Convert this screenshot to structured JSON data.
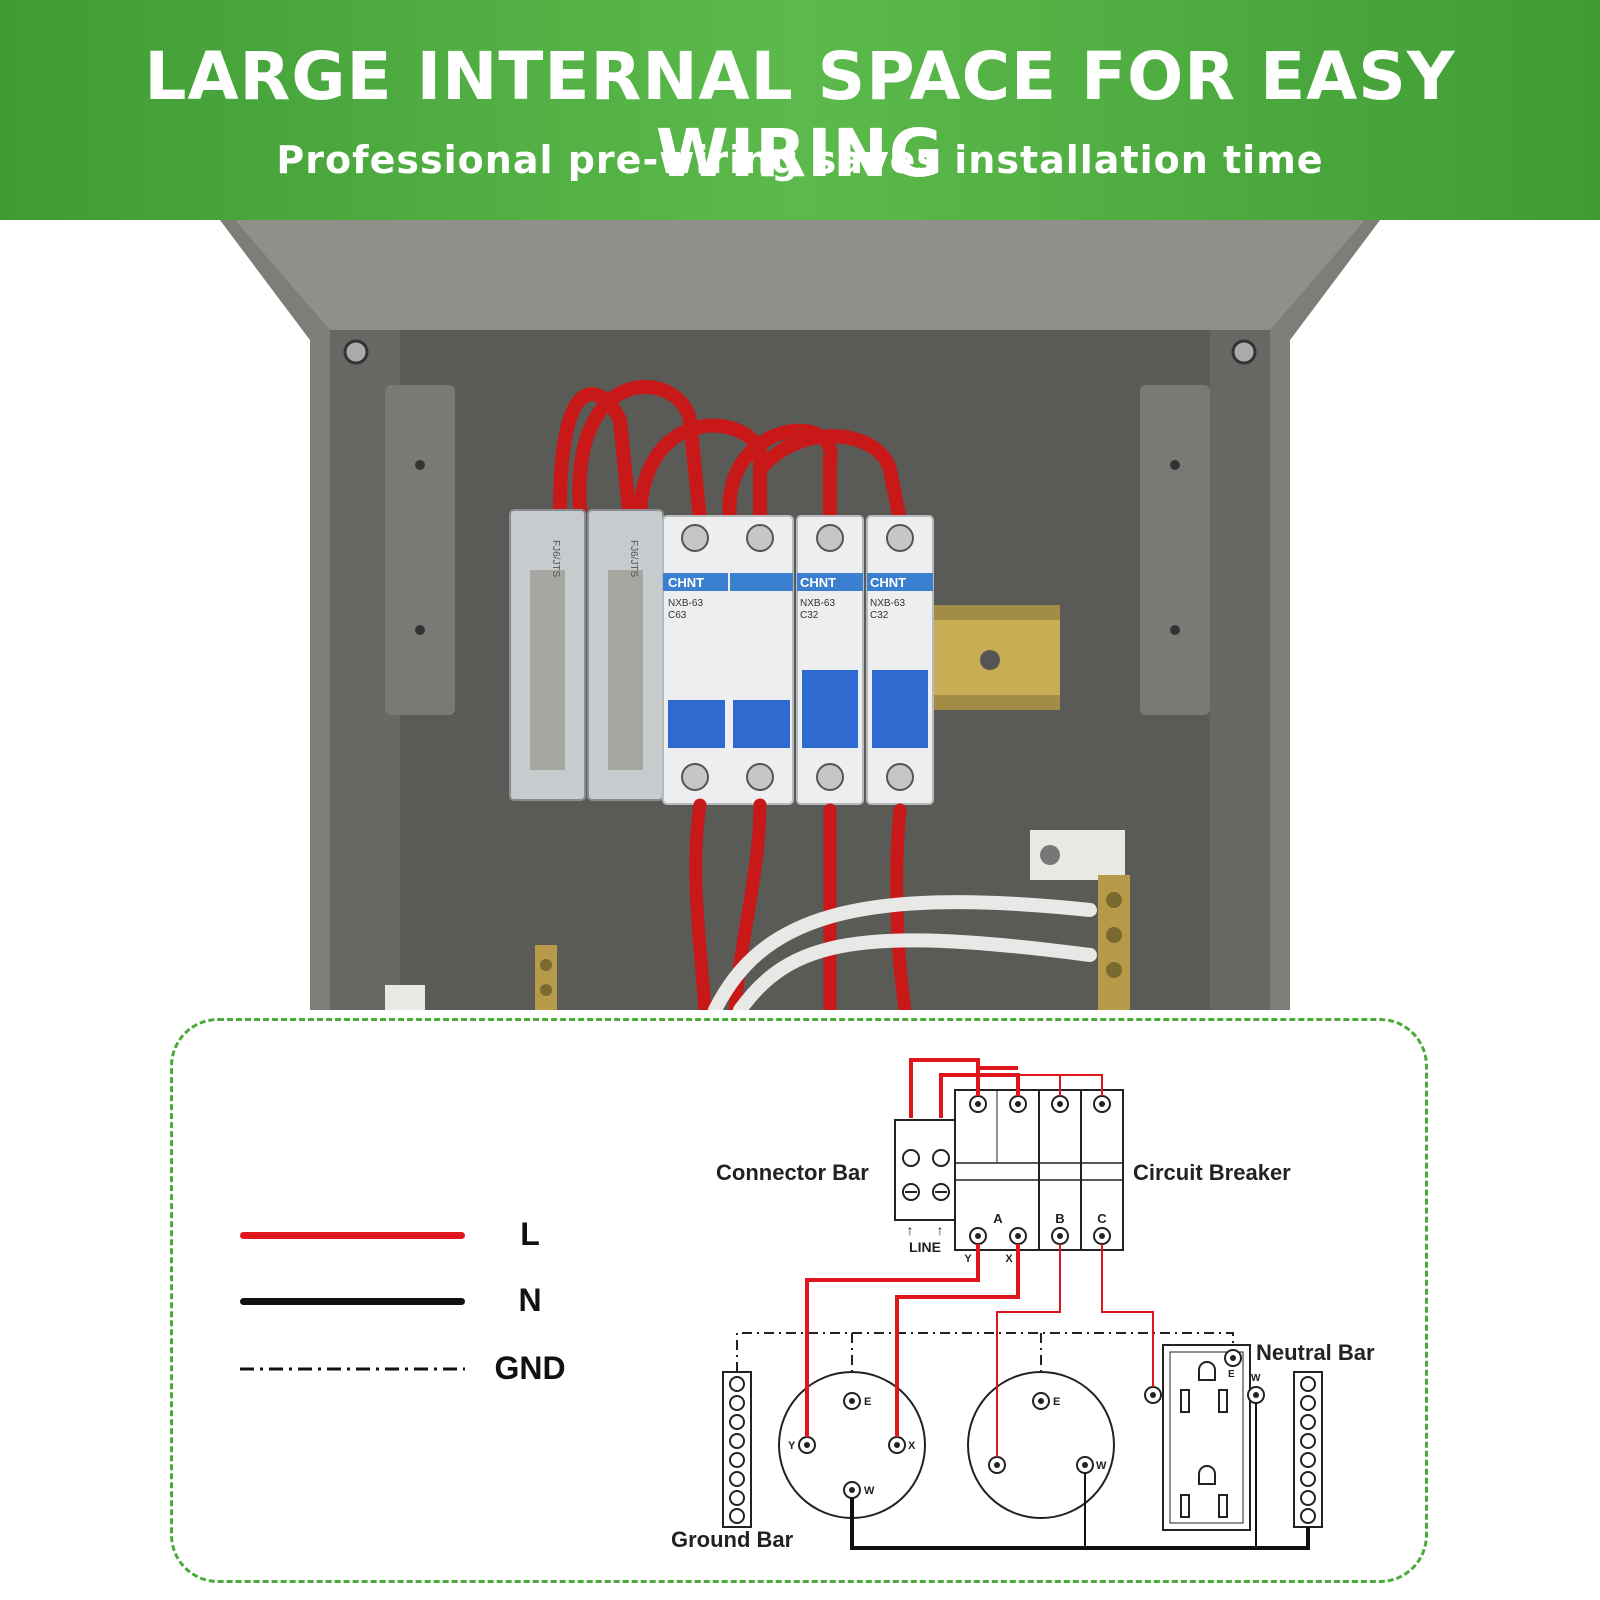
{
  "header": {
    "title": "LARGE INTERNAL SPACE FOR EASY WIRING",
    "subtitle": "Professional pre-wiring saves installation time"
  },
  "photo": {
    "breakers": [
      {
        "brand": "CHNT",
        "model": "NXB-63",
        "rating": "C63"
      },
      {
        "brand": "CHNT",
        "model": "NXB-63",
        "rating": "C32"
      },
      {
        "brand": "CHNT",
        "model": "NXB-63",
        "rating": "C32"
      }
    ],
    "connector_blocks": [
      "FJ6/JTS",
      "FJ6/JTS"
    ]
  },
  "legend": [
    {
      "label": "L",
      "color": "#e0161d",
      "style": "solid"
    },
    {
      "label": "N",
      "color": "#111111",
      "style": "solid"
    },
    {
      "label": "GND",
      "color": "#111111",
      "style": "dash-dot"
    }
  ],
  "diagram": {
    "labels": {
      "connector_bar": "Connector Bar",
      "circuit_breaker": "Circuit Breaker",
      "neutral_bar": "Neutral Bar",
      "ground_bar": "Ground Bar",
      "line": "LINE"
    },
    "breaker_terminals": {
      "a": "A",
      "b": "B",
      "c": "C",
      "y": "Y",
      "x": "X"
    },
    "receptacle_terminals": {
      "y": "Y",
      "x": "X",
      "e": "E",
      "w": "W"
    },
    "colors": {
      "line": "#e0161d",
      "neutral": "#111111",
      "frame": "#4caa3c",
      "banner": "#4fae40"
    }
  }
}
